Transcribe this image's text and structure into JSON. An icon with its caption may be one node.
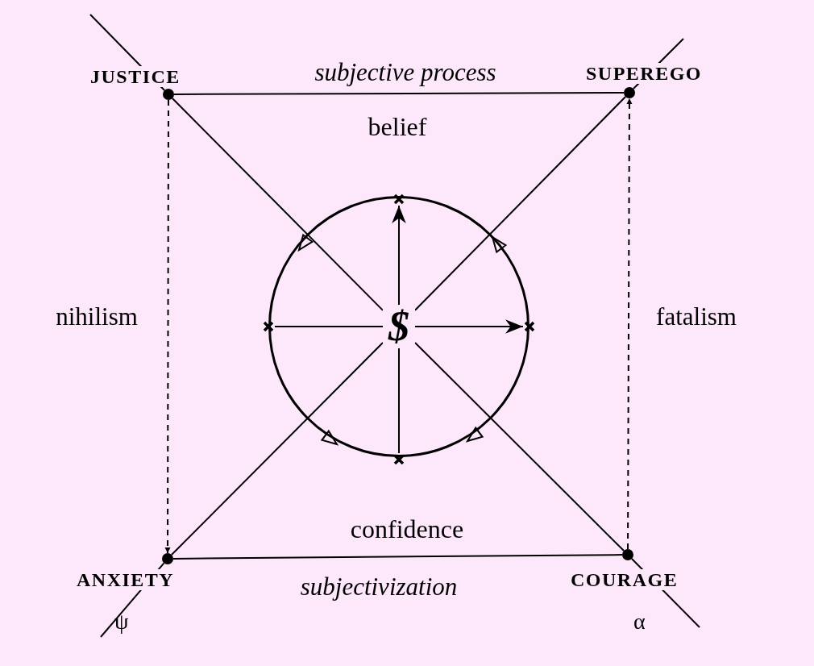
{
  "diagram": {
    "nodes": [
      {
        "text": [
          "JUSTICE"
        ]
      },
      {
        "text": [
          "SUPEREGO"
        ]
      },
      {
        "text": [
          "ANXIETY"
        ],
        "beside": [
          "ψ"
        ]
      },
      {
        "text": [
          "COURAGE"
        ],
        "beside": [
          "α"
        ]
      },
      {
        "text": [],
        "shape": "circle"
      },
      {
        "text": [
          "$"
        ],
        "in": 4
      },
      {
        "text": [],
        "shape": "cross"
      },
      {
        "text": [],
        "shape": "cross"
      },
      {
        "text": [],
        "shape": "cross"
      },
      {
        "text": [],
        "shape": "cross"
      }
    ],
    "edges": [
      {
        "from": 0,
        "to": 1,
        "arrow": "none",
        "label": "subjective process"
      },
      {
        "from": 0,
        "to": 2,
        "arrow": "to",
        "style": "dashed",
        "label": "nihilism"
      },
      {
        "from": 3,
        "to": 1,
        "arrow": "to",
        "style": "dashed",
        "label": "fatalism"
      },
      {
        "from": 2,
        "to": 3,
        "arrow": "none",
        "label": "subjectivization"
      },
      {
        "from": 0,
        "to": 5,
        "arrow": "none"
      },
      {
        "from": 5,
        "to": 3,
        "arrow": "none"
      },
      {
        "from": 2,
        "to": 5,
        "arrow": "none"
      },
      {
        "from": 5,
        "to": 1,
        "arrow": "none"
      },
      {
        "from": 5,
        "to": 6,
        "arrow": "to"
      },
      {
        "from": 5,
        "to": 7,
        "arrow": "to"
      },
      {
        "from": 5,
        "to": 8,
        "arrow": "none"
      },
      {
        "from": 5,
        "to": 9,
        "arrow": "none"
      },
      {
        "from": 0,
        "to": null,
        "arrow": "none"
      },
      {
        "from": 1,
        "to": null,
        "arrow": "none"
      },
      {
        "from": 2,
        "to": null,
        "arrow": "none"
      },
      {
        "from": 3,
        "to": null,
        "arrow": "none"
      }
    ],
    "labels": [
      "belief",
      "confidence"
    ]
  }
}
